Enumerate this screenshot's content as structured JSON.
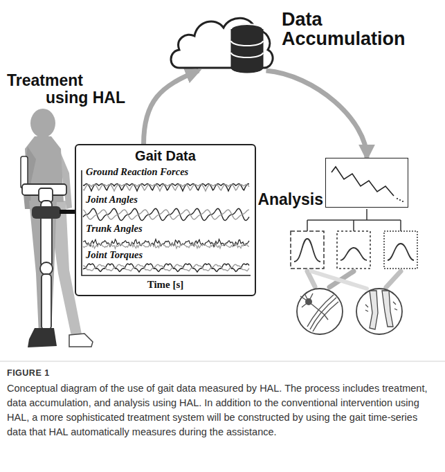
{
  "diagram": {
    "caption": "Conceptual diagram of the use of gait data measured by HAL. The process includes treatment, data accumulation, and analysis using HAL. In addition to the conventional intervention using HAL, a more sophisticated treatment system will be constructed by using the gait time-series data that HAL automatically measures during the assistance.",
    "nodes": [
      {
        "text": [
          "Gait Data",
          "Ground Reaction Forces",
          "Joint Angles",
          "Trunk Angles",
          "Joint Torques",
          "Time [s]"
        ]
      },
      {
        "text": [
          "Data Accumulation"
        ]
      },
      {
        "text": [
          "Analysis"
        ]
      }
    ],
    "edges": [
      {
        "from": 0,
        "to": 1,
        "arrow": "to"
      },
      {
        "from": 1,
        "to": 2,
        "arrow": "to"
      }
    ],
    "labels": [
      "Treatment using HAL",
      "FIGURE 1"
    ]
  }
}
